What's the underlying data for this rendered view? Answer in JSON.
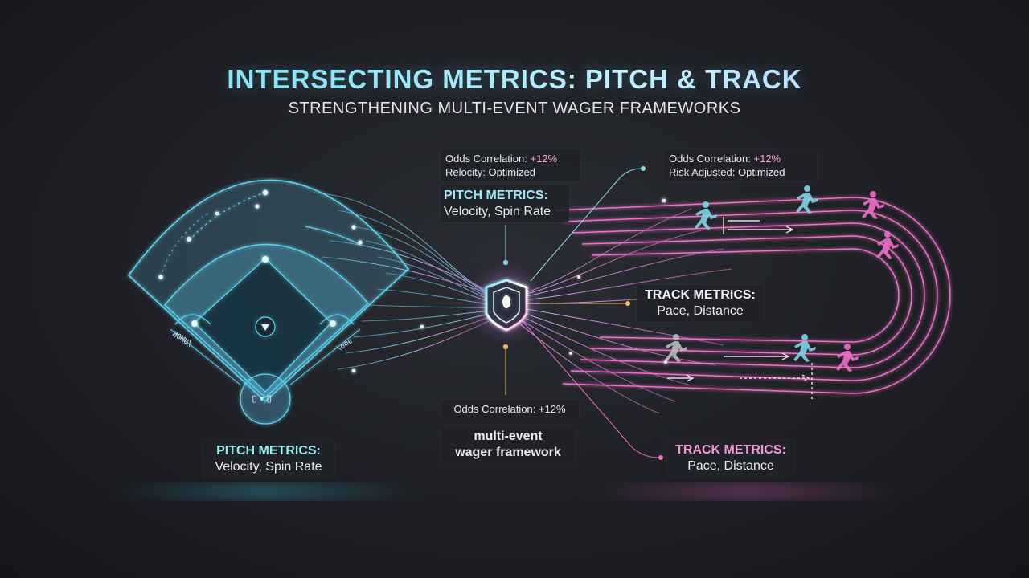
{
  "header": {
    "title": "INTERSECTING METRICS: PITCH & TRACK",
    "subtitle": "STRENGTHENING MULTI-EVENT WAGER FRAMEWORKS"
  },
  "card_top_center": {
    "line1_prefix": "Odds Correlation: ",
    "line1_value": "+12%",
    "line2": "Relocity: Optimized"
  },
  "card_top_right": {
    "line1_prefix": "Odds Correlation: ",
    "line1_value": "+12%",
    "line2": "Risk Adjusted: Optimized"
  },
  "pitch_center": {
    "heading": "PITCH METRICS:",
    "body": "Velocity, Spin Rate"
  },
  "pitch_left": {
    "heading": "PITCH METRICS:",
    "body": "Velocity, Spin Rate"
  },
  "track_mid": {
    "heading": "TRACK METRICS:",
    "body": "Pace, Distance"
  },
  "track_bottom": {
    "heading": "TRACK METRICS:",
    "body": "Pace, Distance"
  },
  "card_bottom_center": {
    "text": "Odds Correlation: +12%"
  },
  "framework_card": {
    "line1": "multi-event",
    "line2": "wager framework"
  },
  "field_marks": {
    "left": "ИOMU\\",
    "right": "\\ome",
    "home_plate": "▯▾▯"
  },
  "colors": {
    "cyan": "#5fd3ee",
    "pink": "#ee6fc9",
    "gold": "#f4c56a",
    "background": "#1e2025"
  },
  "icons": [
    "hub-shield-icon",
    "runner-icon",
    "baseball-diamond-icon",
    "running-track-icon"
  ]
}
